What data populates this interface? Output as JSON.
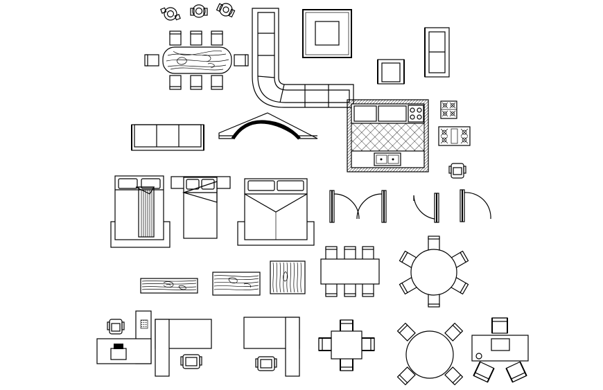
{
  "drawing": {
    "background": "#ffffff",
    "line_color": "#000000",
    "symbols": [
      "lounge-chairs",
      "dining-table-8-seat",
      "l-shaped-sofa",
      "square-rug",
      "armchair",
      "loveseat",
      "kitchen-block",
      "cooktop-small",
      "range",
      "bar-stool",
      "three-seat-sofa",
      "arched-bridge",
      "bed-with-blanket",
      "single-bed",
      "double-bed",
      "double-door",
      "single-door-left",
      "single-door-right",
      "wood-plank-1",
      "wood-plank-2",
      "wood-plank-3",
      "rectangular-table-6-seat",
      "round-table-6-seat",
      "l-desk-small",
      "l-desk-large",
      "desk-right",
      "square-table-4-seat",
      "round-table-4-seat",
      "office-desk-3-chairs"
    ]
  }
}
